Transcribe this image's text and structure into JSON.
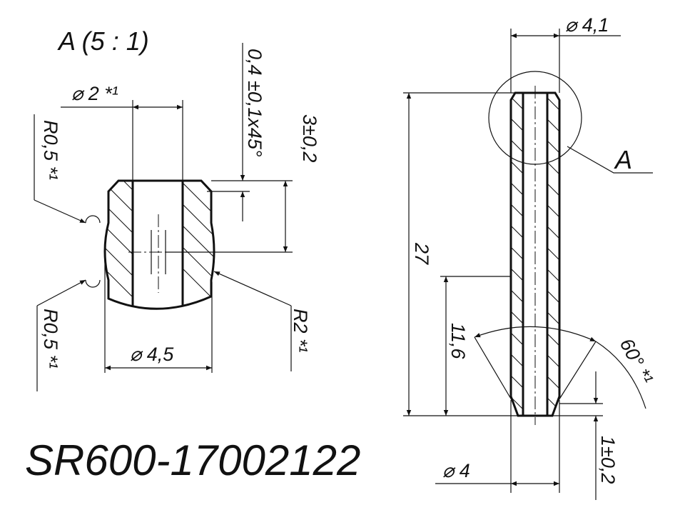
{
  "drawing": {
    "detail_title": "A (5 : 1)",
    "part_number": "SR600-17002122",
    "detail_label": "A",
    "detail_dims": {
      "bore_diameter": "⌀ 2 *¹",
      "outer_diameter": "⌀ 4,5",
      "chamfer": "0,4 ±0,1x45°",
      "depth": "3±0,2",
      "radius_top": "R0,5 *¹",
      "radius_bottom": "R0,5 *¹",
      "radius_r2": "R2 *¹"
    },
    "main_dims": {
      "top_diameter": "⌀ 4,1",
      "length": "27",
      "partial_length": "11,6",
      "angle": "60° *¹",
      "bottom_diameter": "⌀ 4",
      "bottom_chamfer": "1±0,2"
    }
  }
}
